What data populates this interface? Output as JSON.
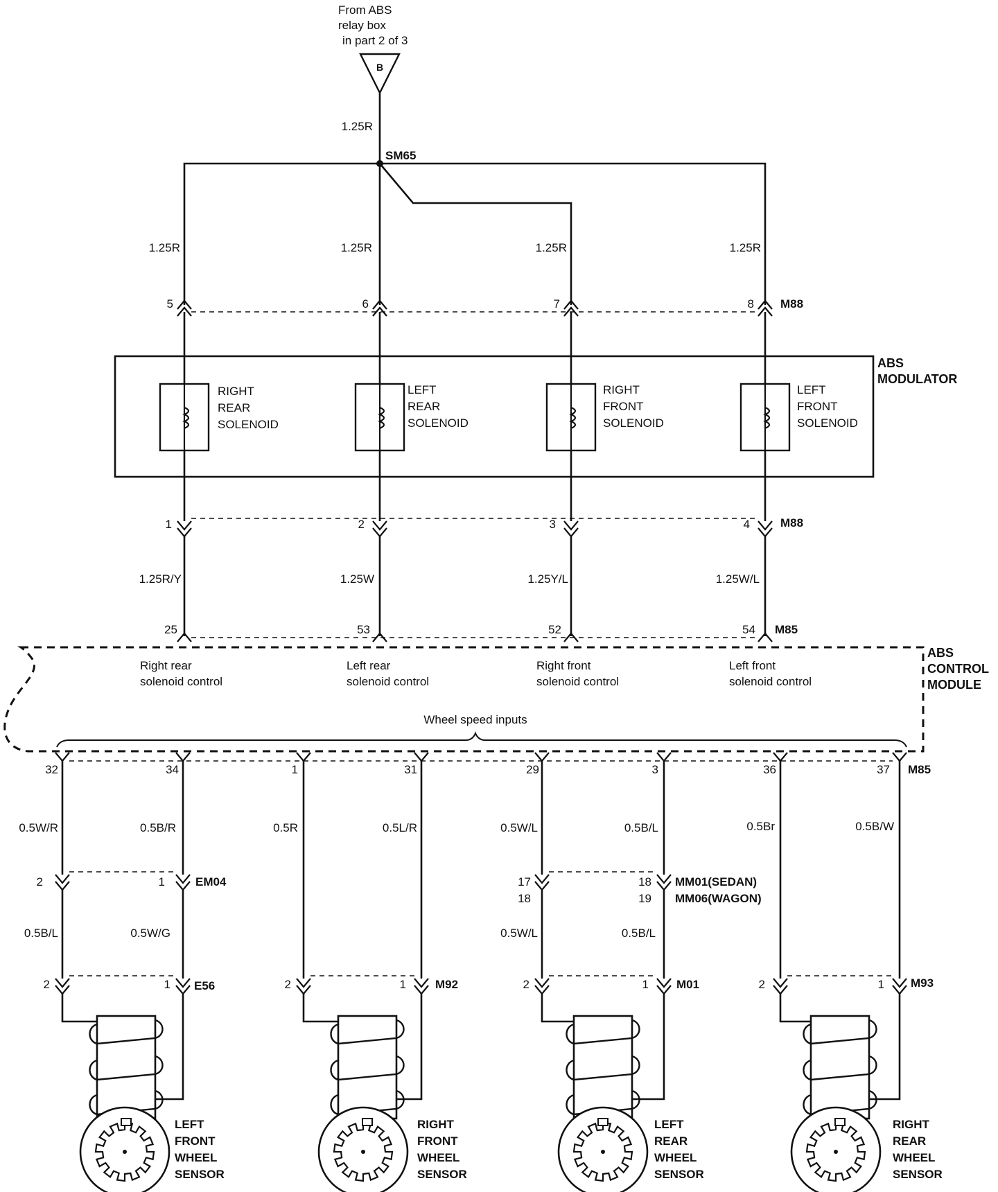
{
  "source": {
    "line1": "From ABS",
    "line2": "relay box",
    "line3": "in part 2 of 3",
    "ref": "B"
  },
  "splice": {
    "wire": "1.25R",
    "name": "SM65"
  },
  "solenoid_wires": [
    {
      "top_wire": "1.25R",
      "top_pin": "5",
      "name": [
        "RIGHT",
        "REAR",
        "SOLENOID"
      ],
      "bottom_pin": "1",
      "mid_wire": "1.25R/Y",
      "module_pin": "25",
      "control": [
        "Right rear",
        "solenoid control"
      ]
    },
    {
      "top_wire": "1.25R",
      "top_pin": "6",
      "name": [
        "LEFT",
        "REAR",
        "SOLENOID"
      ],
      "bottom_pin": "2",
      "mid_wire": "1.25W",
      "module_pin": "53",
      "control": [
        "Left rear",
        "solenoid control"
      ]
    },
    {
      "top_wire": "1.25R",
      "top_pin": "7",
      "name": [
        "RIGHT",
        "FRONT",
        "SOLENOID"
      ],
      "bottom_pin": "3",
      "mid_wire": "1.25Y/L",
      "module_pin": "52",
      "control": [
        "Right front",
        "solenoid control"
      ]
    },
    {
      "top_wire": "1.25R",
      "top_pin": "8",
      "name": [
        "LEFT",
        "FRONT",
        "SOLENOID"
      ],
      "bottom_pin": "4",
      "mid_wire": "1.25W/L",
      "module_pin": "54",
      "control": [
        "Left front",
        "solenoid control"
      ]
    }
  ],
  "connectors": {
    "modulator_top": "M88",
    "modulator_bottom": "M88",
    "module_top": "M85",
    "module_bottom": "M85"
  },
  "modulator": {
    "title_line1": "ABS",
    "title_line2": "MODULATOR"
  },
  "control_module": {
    "title_line1": "ABS",
    "title_line2": "CONTROL",
    "title_line3": "MODULE",
    "wheel_speed_label": "Wheel speed inputs"
  },
  "sensors": [
    {
      "pins": [
        "32",
        "34"
      ],
      "module_wires": [
        "0.5W/R",
        "0.5B/R"
      ],
      "inline": {
        "pins": [
          "2",
          "1"
        ],
        "connector": "EM04",
        "wires": [
          "0.5B/L",
          "0.5W/G"
        ]
      },
      "sensor_pins": [
        "2",
        "1"
      ],
      "sensor_connector": "E56",
      "name": [
        "LEFT",
        "FRONT",
        "WHEEL",
        "SENSOR"
      ]
    },
    {
      "pins": [
        "1",
        "31"
      ],
      "module_wires": [
        "0.5R",
        "0.5L/R"
      ],
      "sensor_pins": [
        "2",
        "1"
      ],
      "sensor_connector": "M92",
      "name": [
        "RIGHT",
        "FRONT",
        "WHEEL",
        "SENSOR"
      ]
    },
    {
      "pins": [
        "29",
        "3"
      ],
      "module_wires": [
        "0.5W/L",
        "0.5B/L"
      ],
      "inline": {
        "pins": [
          "17",
          "18"
        ],
        "pins_alt": [
          "18",
          "19"
        ],
        "connector": "MM01(SEDAN)",
        "connector_alt": "MM06(WAGON)",
        "wires": [
          "0.5W/L",
          "0.5B/L"
        ]
      },
      "sensor_pins": [
        "2",
        "1"
      ],
      "sensor_connector": "M01",
      "name": [
        "LEFT",
        "REAR",
        "WHEEL",
        "SENSOR"
      ]
    },
    {
      "pins": [
        "36",
        "37"
      ],
      "module_wires": [
        "0.5Br",
        "0.5B/W"
      ],
      "sensor_pins": [
        "2",
        "1"
      ],
      "sensor_connector": "M93",
      "name": [
        "RIGHT",
        "REAR",
        "WHEEL",
        "SENSOR"
      ]
    }
  ]
}
